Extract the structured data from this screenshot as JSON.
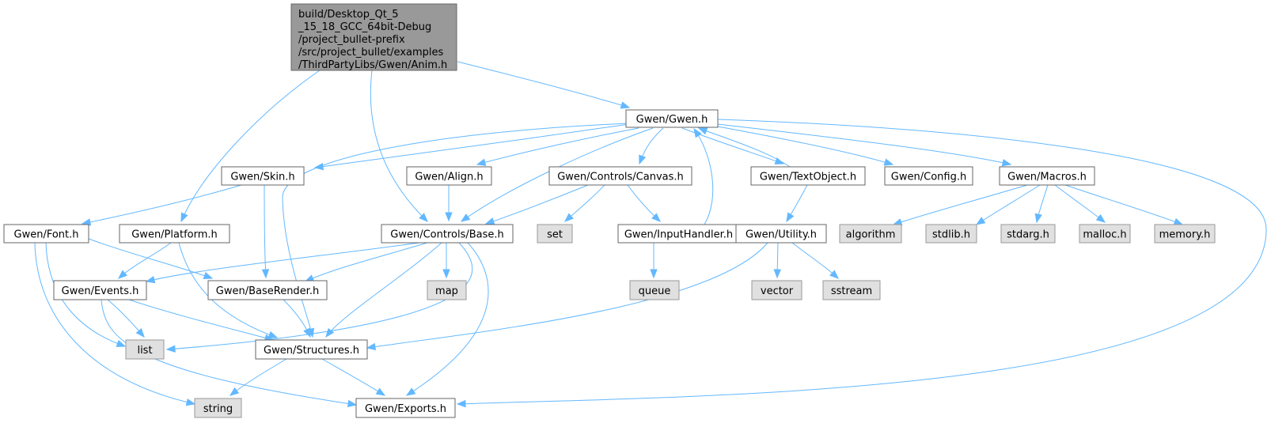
{
  "colors": {
    "root_fill": "#999999",
    "root_stroke": "#666666",
    "node_fill": "#ffffff",
    "node_stroke": "#666666",
    "system_fill": "#e0e0e0",
    "system_stroke": "#999999",
    "edge": "#63b8ff"
  },
  "nodes": [
    {
      "id": "root",
      "kind": "root",
      "lines": [
        "build/Desktop_Qt_5",
        "_15_18_GCC_64bit-Debug",
        "/project_bullet-prefix",
        "/src/project_bullet/examples",
        "/ThirdPartyLibs/Gwen/Anim.h"
      ]
    },
    {
      "id": "gwen",
      "kind": "file",
      "lines": [
        "Gwen/Gwen.h"
      ]
    },
    {
      "id": "skin",
      "kind": "file",
      "lines": [
        "Gwen/Skin.h"
      ]
    },
    {
      "id": "align",
      "kind": "file",
      "lines": [
        "Gwen/Align.h"
      ]
    },
    {
      "id": "canvas",
      "kind": "file",
      "lines": [
        "Gwen/Controls/Canvas.h"
      ]
    },
    {
      "id": "textobject",
      "kind": "file",
      "lines": [
        "Gwen/TextObject.h"
      ]
    },
    {
      "id": "config",
      "kind": "file",
      "lines": [
        "Gwen/Config.h"
      ]
    },
    {
      "id": "macros",
      "kind": "file",
      "lines": [
        "Gwen/Macros.h"
      ]
    },
    {
      "id": "font",
      "kind": "file",
      "lines": [
        "Gwen/Font.h"
      ]
    },
    {
      "id": "platform",
      "kind": "file",
      "lines": [
        "Gwen/Platform.h"
      ]
    },
    {
      "id": "base",
      "kind": "file",
      "lines": [
        "Gwen/Controls/Base.h"
      ]
    },
    {
      "id": "set",
      "kind": "system",
      "lines": [
        "set"
      ]
    },
    {
      "id": "inputhandler",
      "kind": "file",
      "lines": [
        "Gwen/InputHandler.h"
      ]
    },
    {
      "id": "utility",
      "kind": "file",
      "lines": [
        "Gwen/Utility.h"
      ]
    },
    {
      "id": "algorithm",
      "kind": "system",
      "lines": [
        "algorithm"
      ]
    },
    {
      "id": "stdlib",
      "kind": "system",
      "lines": [
        "stdlib.h"
      ]
    },
    {
      "id": "stdarg",
      "kind": "system",
      "lines": [
        "stdarg.h"
      ]
    },
    {
      "id": "malloc",
      "kind": "system",
      "lines": [
        "malloc.h"
      ]
    },
    {
      "id": "memory",
      "kind": "system",
      "lines": [
        "memory.h"
      ]
    },
    {
      "id": "events",
      "kind": "file",
      "lines": [
        "Gwen/Events.h"
      ]
    },
    {
      "id": "baserender",
      "kind": "file",
      "lines": [
        "Gwen/BaseRender.h"
      ]
    },
    {
      "id": "map",
      "kind": "system",
      "lines": [
        "map"
      ]
    },
    {
      "id": "queue",
      "kind": "system",
      "lines": [
        "queue"
      ]
    },
    {
      "id": "vector",
      "kind": "system",
      "lines": [
        "vector"
      ]
    },
    {
      "id": "sstream",
      "kind": "system",
      "lines": [
        "sstream"
      ]
    },
    {
      "id": "list",
      "kind": "system",
      "lines": [
        "list"
      ]
    },
    {
      "id": "structures",
      "kind": "file",
      "lines": [
        "Gwen/Structures.h"
      ]
    },
    {
      "id": "string",
      "kind": "system",
      "lines": [
        "string"
      ]
    },
    {
      "id": "exports",
      "kind": "file",
      "lines": [
        "Gwen/Exports.h"
      ]
    }
  ],
  "edges": [
    {
      "from": "root",
      "to": "gwen"
    },
    {
      "from": "root",
      "to": "platform"
    },
    {
      "from": "root",
      "to": "base"
    },
    {
      "from": "gwen",
      "to": "skin"
    },
    {
      "from": "gwen",
      "to": "align"
    },
    {
      "from": "gwen",
      "to": "canvas"
    },
    {
      "from": "gwen",
      "to": "textobject"
    },
    {
      "from": "gwen",
      "to": "config"
    },
    {
      "from": "gwen",
      "to": "macros"
    },
    {
      "from": "gwen",
      "to": "base"
    },
    {
      "from": "gwen",
      "to": "structures"
    },
    {
      "from": "gwen",
      "to": "exports"
    },
    {
      "from": "skin",
      "to": "font"
    },
    {
      "from": "skin",
      "to": "baserender"
    },
    {
      "from": "align",
      "to": "base"
    },
    {
      "from": "canvas",
      "to": "base"
    },
    {
      "from": "canvas",
      "to": "set"
    },
    {
      "from": "canvas",
      "to": "inputhandler"
    },
    {
      "from": "textobject",
      "to": "gwen"
    },
    {
      "from": "textobject",
      "to": "utility"
    },
    {
      "from": "inputhandler",
      "to": "gwen"
    },
    {
      "from": "inputhandler",
      "to": "queue"
    },
    {
      "from": "macros",
      "to": "algorithm"
    },
    {
      "from": "macros",
      "to": "stdlib"
    },
    {
      "from": "macros",
      "to": "stdarg"
    },
    {
      "from": "macros",
      "to": "malloc"
    },
    {
      "from": "macros",
      "to": "memory"
    },
    {
      "from": "font",
      "to": "baserender"
    },
    {
      "from": "font",
      "to": "list"
    },
    {
      "from": "font",
      "to": "string"
    },
    {
      "from": "platform",
      "to": "events"
    },
    {
      "from": "platform",
      "to": "structures"
    },
    {
      "from": "base",
      "to": "events"
    },
    {
      "from": "base",
      "to": "baserender"
    },
    {
      "from": "base",
      "to": "map"
    },
    {
      "from": "base",
      "to": "list"
    },
    {
      "from": "base",
      "to": "structures"
    },
    {
      "from": "base",
      "to": "exports"
    },
    {
      "from": "utility",
      "to": "vector"
    },
    {
      "from": "utility",
      "to": "sstream"
    },
    {
      "from": "utility",
      "to": "structures"
    },
    {
      "from": "events",
      "to": "list"
    },
    {
      "from": "events",
      "to": "structures"
    },
    {
      "from": "events",
      "to": "exports"
    },
    {
      "from": "baserender",
      "to": "structures"
    },
    {
      "from": "structures",
      "to": "string"
    },
    {
      "from": "structures",
      "to": "exports"
    }
  ]
}
